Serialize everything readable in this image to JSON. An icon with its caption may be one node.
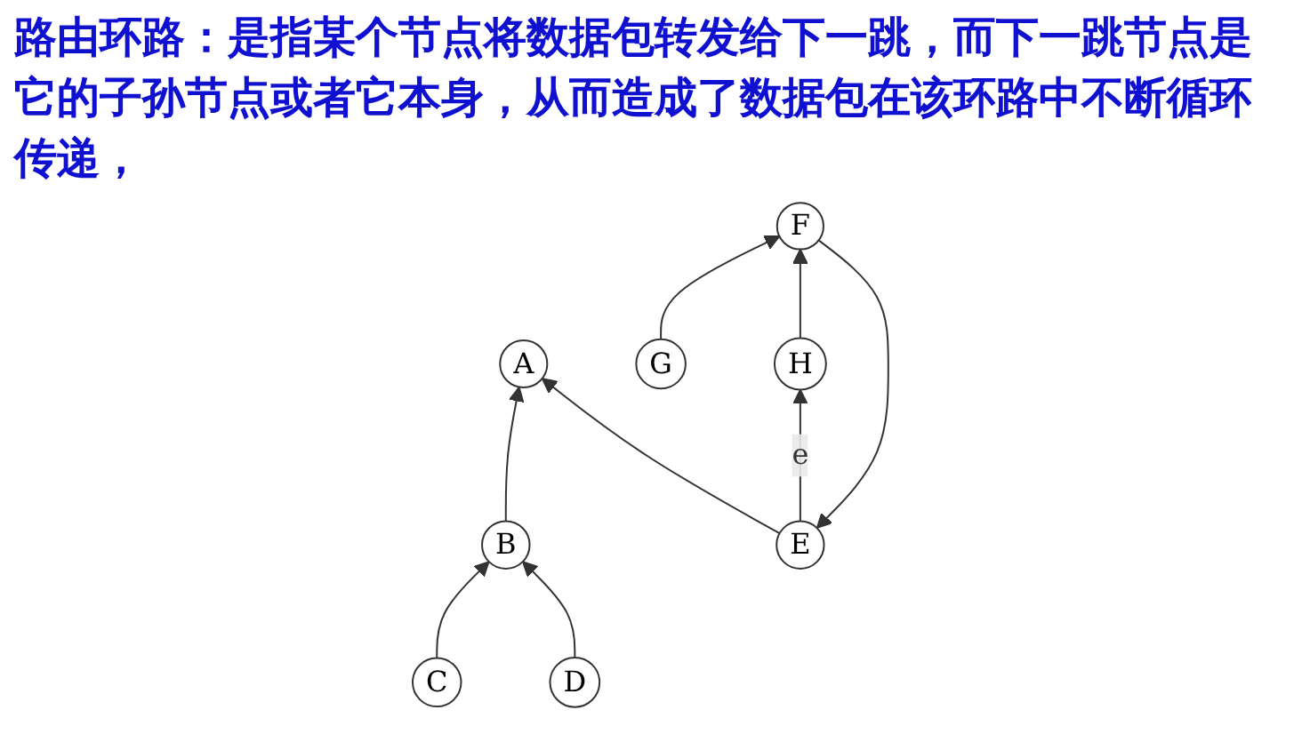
{
  "diagram": {
    "title": "路由环路：是指某个节点将数据包转发给下一跳，而下一跳节点是它的子孙节点或者它本身，从而造成了数据包在该环路中不断循环传递，",
    "nodes": [
      {
        "text": [
          "A"
        ]
      },
      {
        "text": [
          "B"
        ]
      },
      {
        "text": [
          "E"
        ]
      },
      {
        "text": [
          "C"
        ]
      },
      {
        "text": [
          "D"
        ]
      },
      {
        "text": [
          "F"
        ]
      },
      {
        "text": [
          "G"
        ]
      },
      {
        "text": [
          "H"
        ]
      }
    ],
    "edges": [
      {
        "from": 1,
        "to": 0,
        "arrow": "to"
      },
      {
        "from": 2,
        "to": 0,
        "arrow": "to"
      },
      {
        "from": 3,
        "to": 1,
        "arrow": "to"
      },
      {
        "from": 4,
        "to": 1,
        "arrow": "to"
      },
      {
        "from": 5,
        "to": 2,
        "arrow": "to"
      },
      {
        "from": 6,
        "to": 5,
        "arrow": "to"
      },
      {
        "from": 7,
        "to": 5,
        "arrow": "to"
      },
      {
        "from": 2,
        "to": 7,
        "label": "e",
        "arrow": "to"
      }
    ]
  }
}
